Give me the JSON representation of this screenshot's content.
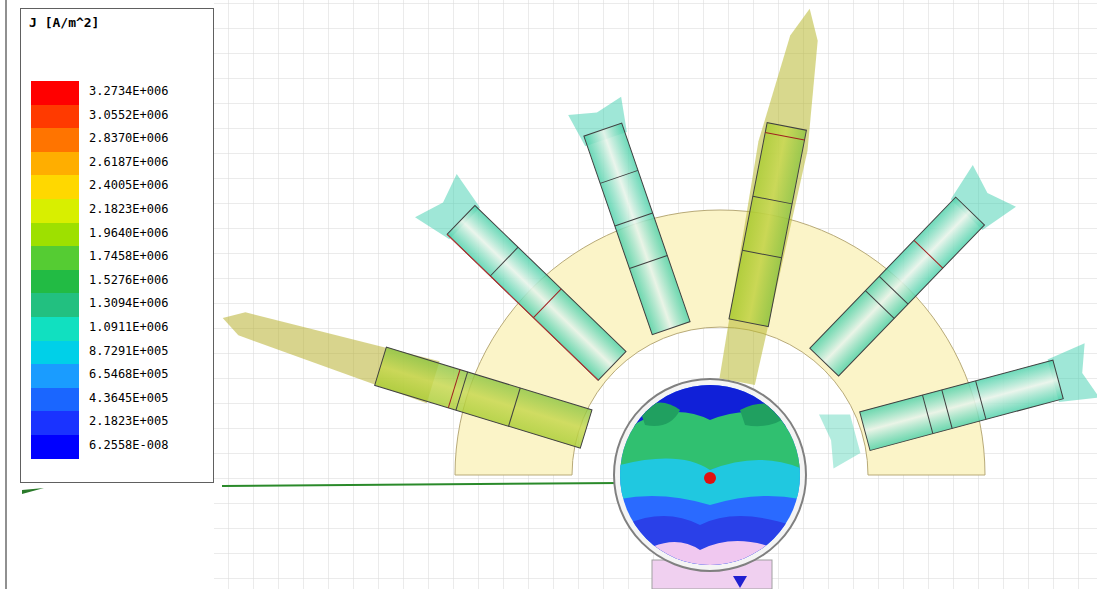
{
  "diagram": {
    "labels": [
      "J [A/m^2]"
    ],
    "legend": [
      {
        "text": "3.2734E+006",
        "color": "#ff0000"
      },
      {
        "text": "3.0552E+006",
        "color": "#ff3a00"
      },
      {
        "text": "2.8370E+006",
        "color": "#ff7400"
      },
      {
        "text": "2.6187E+006",
        "color": "#ffae00"
      },
      {
        "text": "2.4005E+006",
        "color": "#ffd800"
      },
      {
        "text": "2.1823E+006",
        "color": "#d8ef00"
      },
      {
        "text": "1.9640E+006",
        "color": "#9ee000"
      },
      {
        "text": "1.7458E+006",
        "color": "#55cc33"
      },
      {
        "text": "1.5276E+006",
        "color": "#22bb44"
      },
      {
        "text": "1.3094E+006",
        "color": "#22c080"
      },
      {
        "text": "1.0911E+006",
        "color": "#11e0c0"
      },
      {
        "text": "8.7291E+005",
        "color": "#00d0e8"
      },
      {
        "text": "6.5468E+005",
        "color": "#1a9cff"
      },
      {
        "text": "4.3645E+005",
        "color": "#1a66ff"
      },
      {
        "text": "2.1823E+005",
        "color": "#1a33ff"
      },
      {
        "text": "6.2558E-008",
        "color": "#0000ff"
      }
    ]
  }
}
